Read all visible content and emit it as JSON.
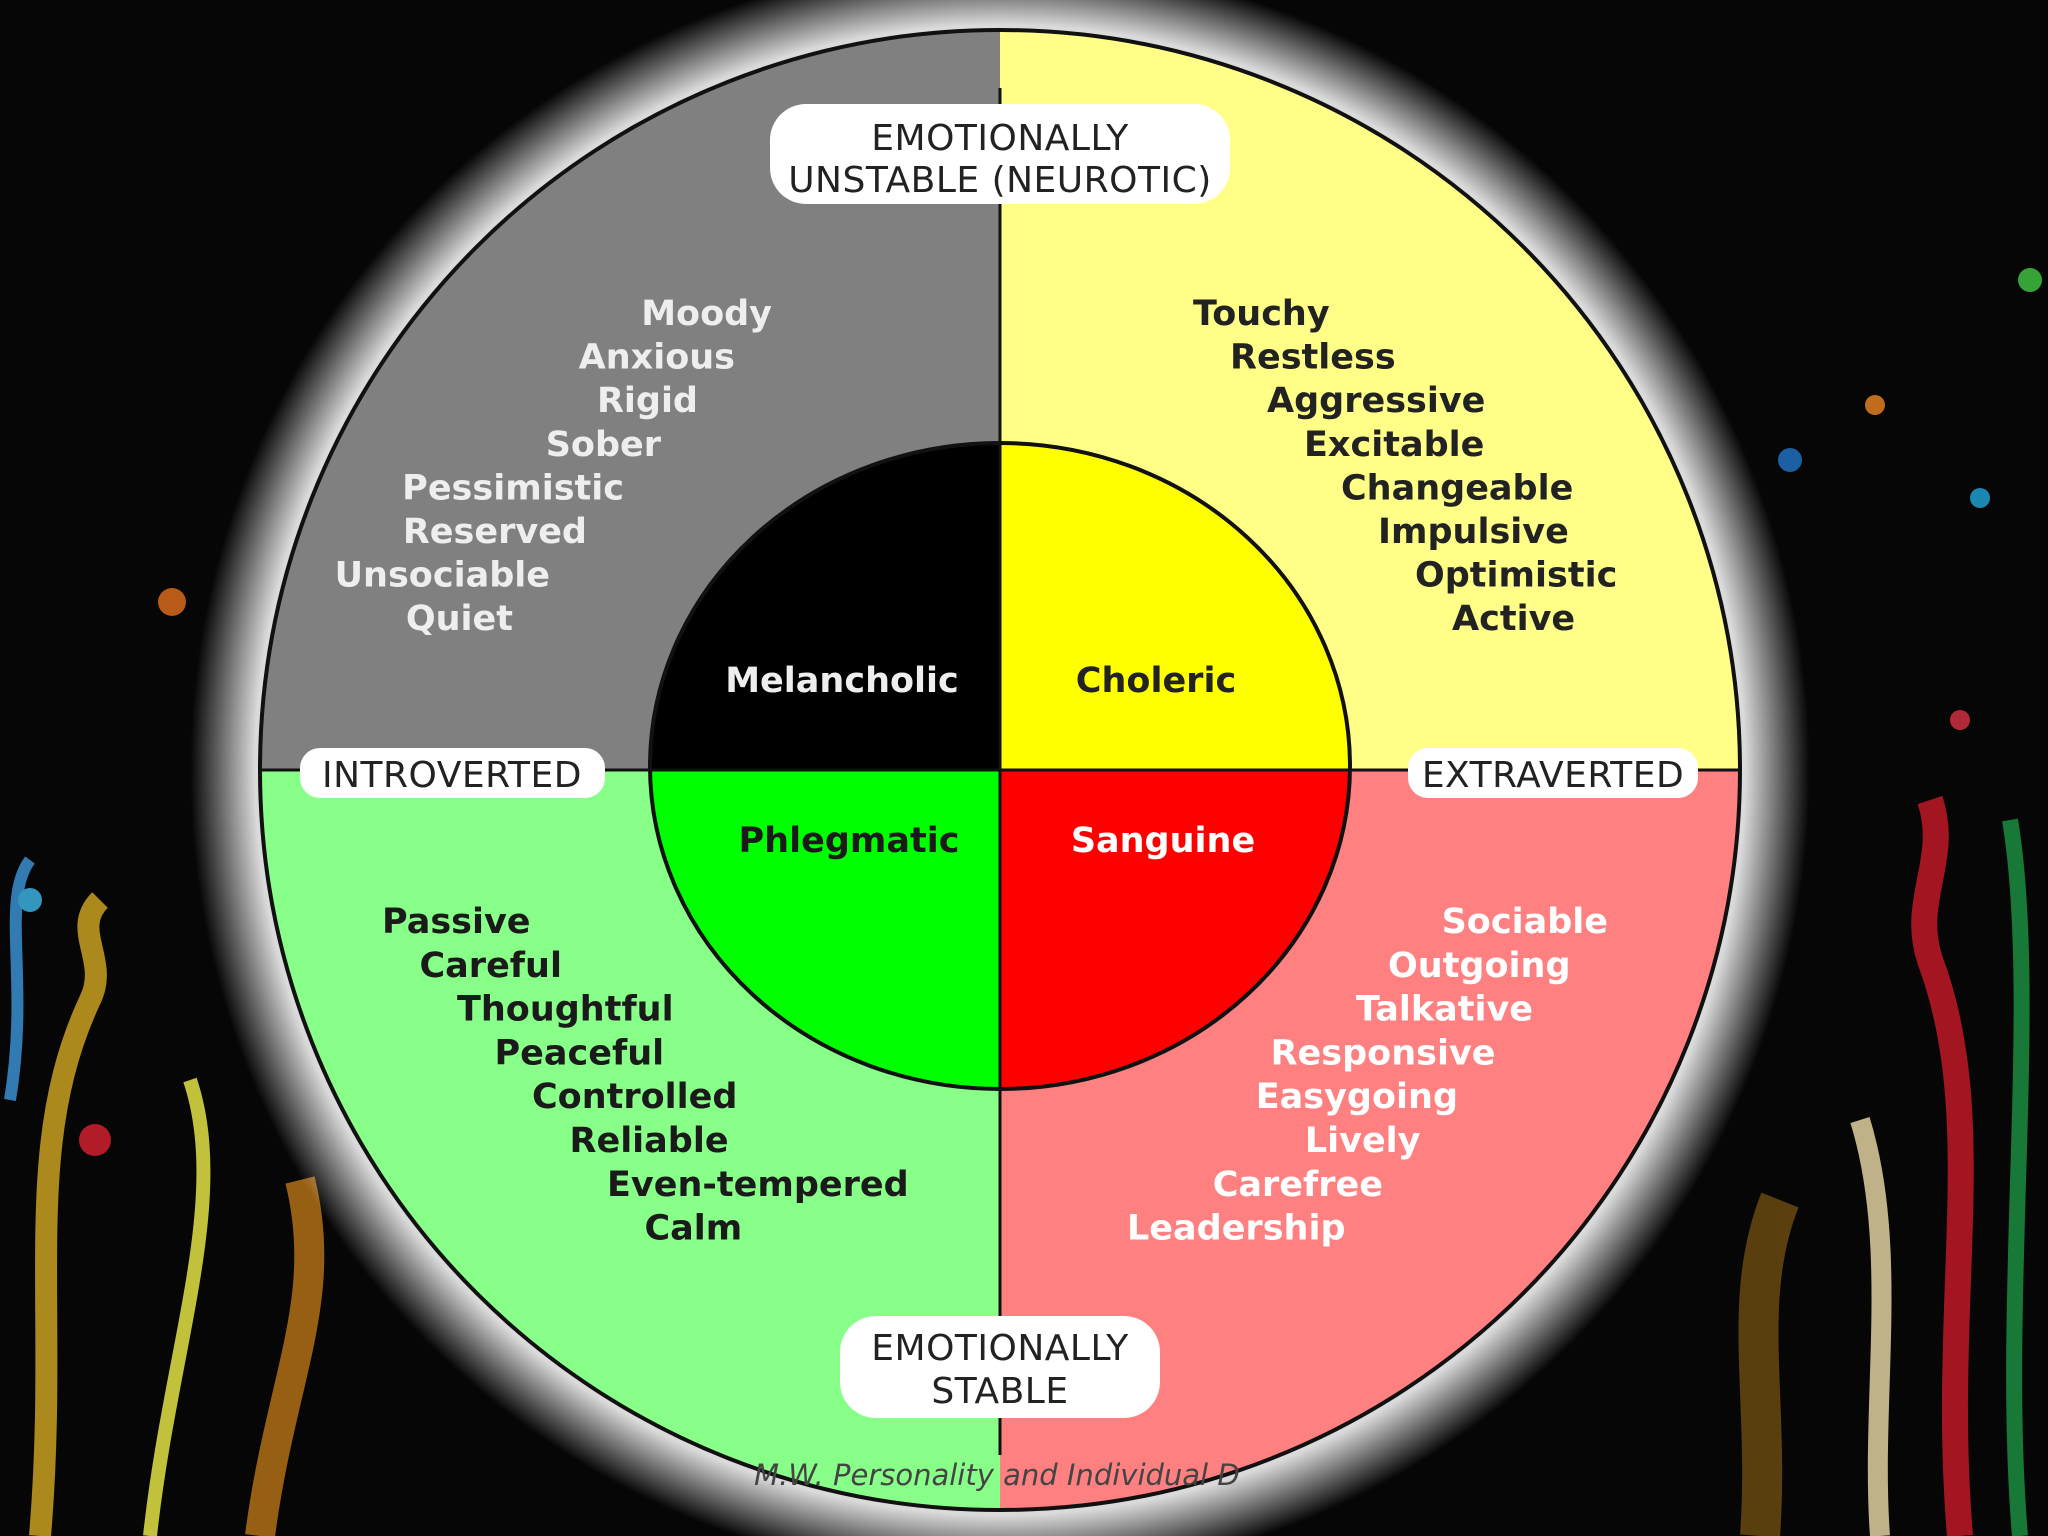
{
  "axes": {
    "top": [
      "EMOTIONALLY",
      "UNSTABLE (NEUROTIC)"
    ],
    "bottom": [
      "EMOTIONALLY",
      "STABLE"
    ],
    "left": "INTROVERTED",
    "right": "EXTRAVERTED"
  },
  "quadrants": [
    {
      "id": "melancholic",
      "temperament": "Melancholic",
      "outer_color": "#808080",
      "inner_color": "#000000",
      "traits_color": "#eeeeee",
      "label_color": "#eeeeee",
      "traits": [
        "Moody",
        "Anxious",
        "Rigid",
        "Sober",
        "Pessimistic",
        "Reserved",
        "Unsociable",
        "Quiet"
      ]
    },
    {
      "id": "choleric",
      "temperament": "Choleric",
      "outer_color": "#ffff88",
      "inner_color": "#ffff00",
      "traits_color": "#222222",
      "label_color": "#222222",
      "traits": [
        "Touchy",
        "Restless",
        "Aggressive",
        "Excitable",
        "Changeable",
        "Impulsive",
        "Optimistic",
        "Active"
      ]
    },
    {
      "id": "phlegmatic",
      "temperament": "Phlegmatic",
      "outer_color": "#88ff88",
      "inner_color": "#00ff00",
      "traits_color": "#1a1a1a",
      "label_color": "#1a1a1a",
      "traits": [
        "Passive",
        "Careful",
        "Thoughtful",
        "Peaceful",
        "Controlled",
        "Reliable",
        "Even-tempered",
        "Calm"
      ]
    },
    {
      "id": "sanguine",
      "temperament": "Sanguine",
      "outer_color": "#fe8080",
      "inner_color": "#ff0000",
      "traits_color": "#ffffff",
      "label_color": "#ffffff",
      "traits": [
        "Sociable",
        "Outgoing",
        "Talkative",
        "Responsive",
        "Easygoing",
        "Lively",
        "Carefree",
        "Leadership"
      ]
    }
  ],
  "caption": "M.W. Personality and Individual D"
}
